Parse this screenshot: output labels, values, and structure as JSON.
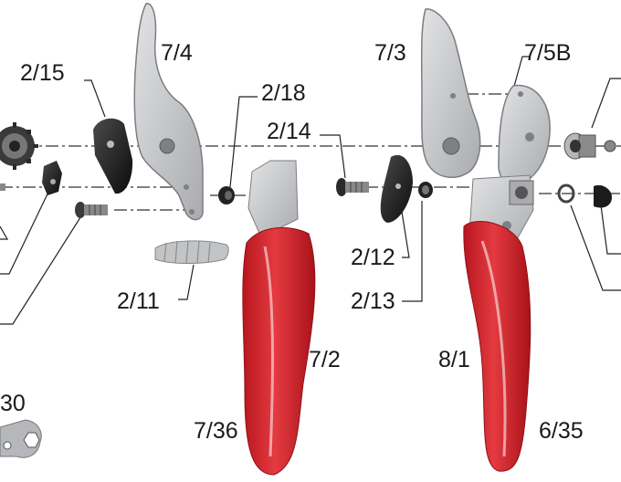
{
  "diagram": {
    "labels": {
      "l_7_4": "7/4",
      "l_2_15": "2/15",
      "l_2_18": "2/18",
      "l_2_14": "2/14",
      "l_7_3": "7/3",
      "l_7_5b": "7/5B",
      "l_2_12": "2/12",
      "l_2_13": "2/13",
      "l_2_11": "2/11",
      "l_7_2": "7/2",
      "l_8_1": "8/1",
      "l_7_36": "7/36",
      "l_6_35": "6/35",
      "l_30": "30"
    },
    "colors": {
      "handle_red": "#d3232c",
      "metal": "#c9cbcd",
      "dark_part": "#1b1b1b",
      "line": "#333333"
    }
  }
}
